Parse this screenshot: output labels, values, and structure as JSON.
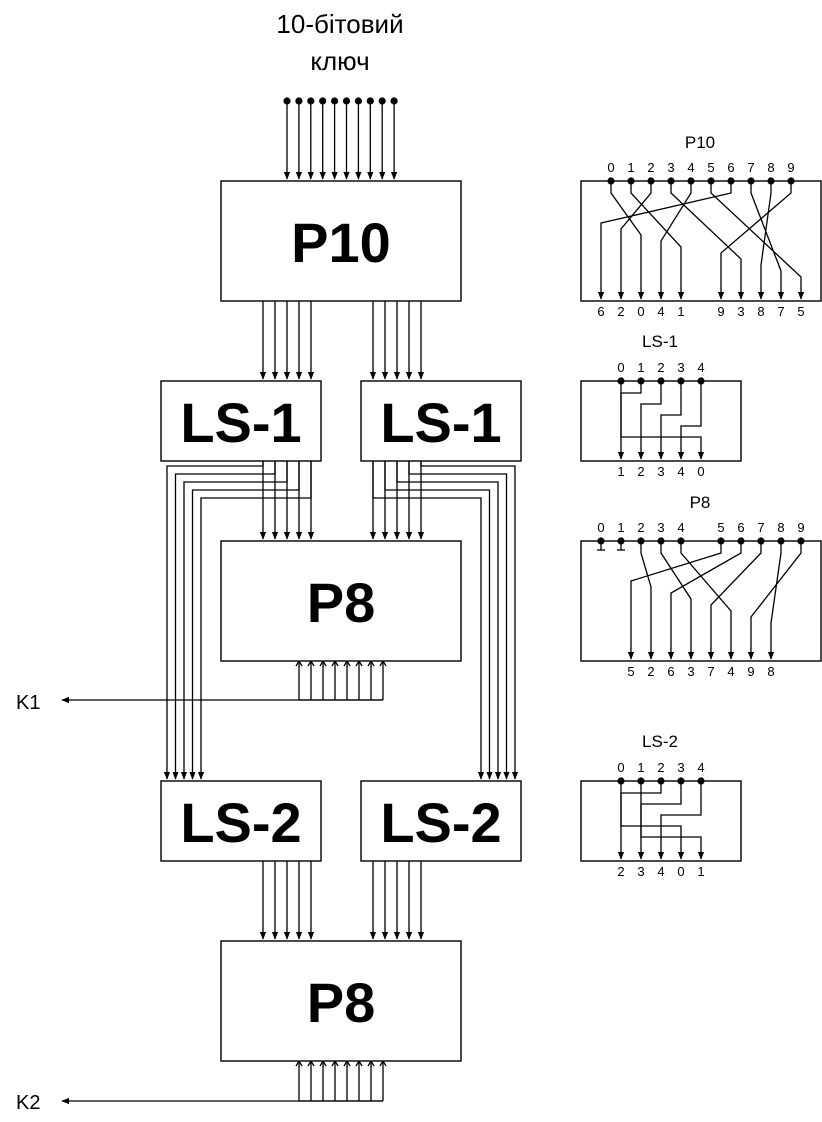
{
  "input_label": {
    "line1": "10-бітовий",
    "line2": "ключ"
  },
  "blocks": {
    "p10": "P10",
    "ls1_left": "LS-1",
    "ls1_right": "LS-1",
    "p8_first": "P8",
    "ls2_left": "LS-2",
    "ls2_right": "LS-2",
    "p8_second": "P8"
  },
  "outputs": {
    "k1": "K1",
    "k2": "K2"
  },
  "tables": {
    "p10": {
      "title": "P10",
      "inputs": [
        "0",
        "1",
        "2",
        "3",
        "4",
        "5",
        "6",
        "7",
        "8",
        "9"
      ],
      "outputs": [
        "6",
        "2",
        "0",
        "4",
        "1",
        "9",
        "3",
        "8",
        "7",
        "5"
      ]
    },
    "ls1": {
      "title": "LS-1",
      "inputs": [
        "0",
        "1",
        "2",
        "3",
        "4"
      ],
      "outputs": [
        "1",
        "2",
        "3",
        "4",
        "0"
      ]
    },
    "p8": {
      "title": "P8",
      "inputs": [
        "0",
        "1",
        "2",
        "3",
        "4",
        "5",
        "6",
        "7",
        "8",
        "9"
      ],
      "outputs": [
        "5",
        "2",
        "6",
        "3",
        "7",
        "4",
        "9",
        "8"
      ]
    },
    "ls2": {
      "title": "LS-2",
      "inputs": [
        "0",
        "1",
        "2",
        "3",
        "4"
      ],
      "outputs": [
        "2",
        "3",
        "4",
        "0",
        "1"
      ]
    }
  }
}
